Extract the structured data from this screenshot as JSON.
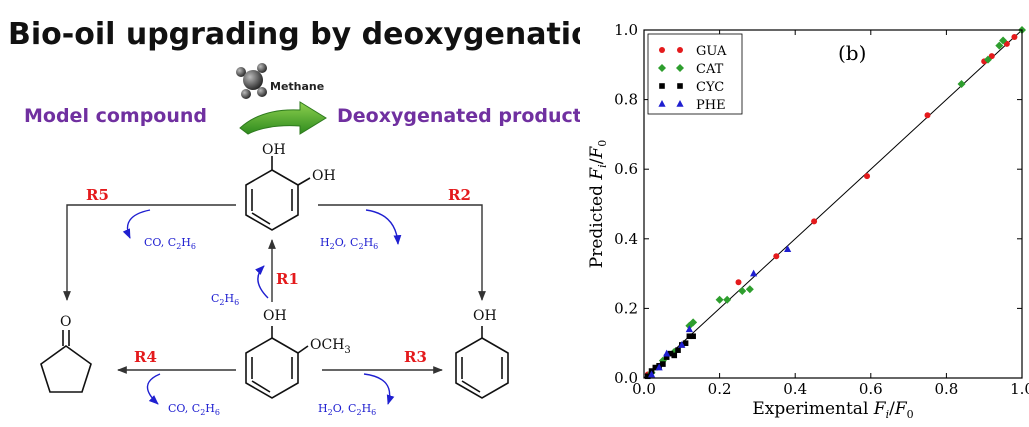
{
  "scheme": {
    "title": "Bio-oil upgrading by deoxygenation",
    "methane_label": "Methane",
    "model_compound_label": "Model compound",
    "product_label": "Deoxygenated product",
    "catechol_oh1": "OH",
    "catechol_oh2": "OH",
    "guaiacol_oh": "OH",
    "guaiacol_och3": "OCH",
    "guaiacol_och3_sub": "3",
    "phenol_oh": "OH",
    "ketone_o": "O",
    "r1": "R1",
    "r2": "R2",
    "r3": "R3",
    "r4": "R4",
    "r5": "R5",
    "r1_byproduct": {
      "main": "C",
      "s1": "2",
      "mid": "H",
      "s2": "6"
    },
    "r2_byproduct": {
      "a": "H",
      "s1": "2",
      "b": "O, C",
      "s2": "2",
      "c": "H",
      "s3": "6"
    },
    "r3_byproduct": {
      "a": "H",
      "s1": "2",
      "b": "O, C",
      "s2": "2",
      "c": "H",
      "s3": "6"
    },
    "r4_byproduct": {
      "a": "CO, C",
      "s1": "2",
      "b": "H",
      "s2": "6"
    },
    "r5_byproduct": {
      "a": "CO, C",
      "s1": "2",
      "b": "H",
      "s2": "6"
    },
    "colors": {
      "purple": "#7030A0",
      "red": "#E41A1C",
      "blue": "#1F1FD0",
      "green": "#2E9E2E"
    }
  },
  "chart_data": {
    "type": "scatter",
    "panel_label": "(b)",
    "xlabel": "Experimental",
    "ylabel": "Predicted",
    "axis_symbol": "F",
    "axis_sub_i": "i",
    "axis_sub_0": "0",
    "xlim": [
      0,
      1
    ],
    "ylim": [
      0,
      1
    ],
    "xticks": [
      "0.0",
      "0.2",
      "0.4",
      "0.6",
      "0.8",
      "1.0"
    ],
    "yticks": [
      "0.0",
      "0.2",
      "0.4",
      "0.6",
      "0.8",
      "1.0"
    ],
    "legend_position": "top-left",
    "parity_line": [
      [
        0,
        0
      ],
      [
        1,
        1
      ]
    ],
    "series": [
      {
        "name": "GUA",
        "marker": "circle",
        "color": "#E41A1C",
        "points": [
          [
            0.01,
            0.01
          ],
          [
            0.25,
            0.275
          ],
          [
            0.35,
            0.35
          ],
          [
            0.45,
            0.45
          ],
          [
            0.59,
            0.58
          ],
          [
            0.75,
            0.755
          ],
          [
            0.9,
            0.91
          ],
          [
            0.92,
            0.925
          ],
          [
            0.96,
            0.96
          ],
          [
            0.98,
            0.98
          ]
        ]
      },
      {
        "name": "CAT",
        "marker": "diamond",
        "color": "#2E9E2E",
        "points": [
          [
            0.02,
            0.015
          ],
          [
            0.05,
            0.05
          ],
          [
            0.08,
            0.075
          ],
          [
            0.12,
            0.15
          ],
          [
            0.13,
            0.16
          ],
          [
            0.2,
            0.225
          ],
          [
            0.22,
            0.225
          ],
          [
            0.26,
            0.25
          ],
          [
            0.28,
            0.255
          ],
          [
            0.84,
            0.845
          ],
          [
            0.91,
            0.915
          ],
          [
            0.94,
            0.955
          ],
          [
            0.95,
            0.97
          ],
          [
            1.0,
            1.0
          ]
        ]
      },
      {
        "name": "CYC",
        "marker": "square",
        "color": "#000000",
        "points": [
          [
            0.01,
            0.005
          ],
          [
            0.02,
            0.02
          ],
          [
            0.03,
            0.03
          ],
          [
            0.04,
            0.035
          ],
          [
            0.05,
            0.04
          ],
          [
            0.06,
            0.06
          ],
          [
            0.07,
            0.07
          ],
          [
            0.08,
            0.065
          ],
          [
            0.09,
            0.08
          ],
          [
            0.1,
            0.095
          ],
          [
            0.11,
            0.1
          ],
          [
            0.12,
            0.12
          ],
          [
            0.13,
            0.12
          ]
        ]
      },
      {
        "name": "PHE",
        "marker": "triangle",
        "color": "#1F1FD0",
        "points": [
          [
            0.02,
            0.01
          ],
          [
            0.04,
            0.03
          ],
          [
            0.06,
            0.07
          ],
          [
            0.1,
            0.095
          ],
          [
            0.12,
            0.14
          ],
          [
            0.29,
            0.3
          ],
          [
            0.38,
            0.37
          ]
        ]
      }
    ]
  }
}
